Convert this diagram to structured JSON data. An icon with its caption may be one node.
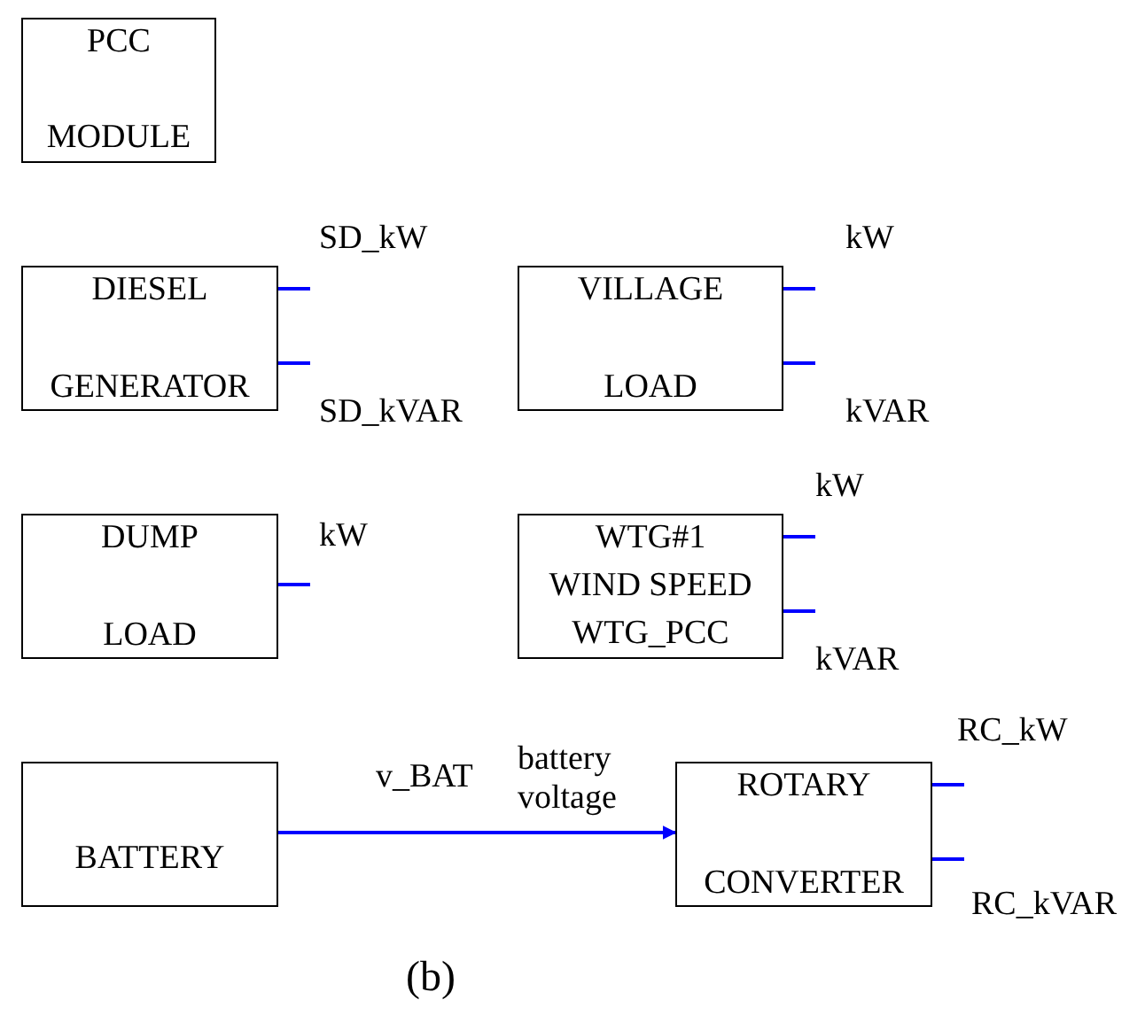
{
  "diagram": {
    "caption": "(b)",
    "nodes": [
      {
        "text": [
          "PCC",
          "MODULE"
        ]
      },
      {
        "text": [
          "DIESEL",
          "GENERATOR"
        ],
        "beside": [
          "SD_kW",
          "SD_kVAR"
        ]
      },
      {
        "text": [
          "VILLAGE",
          "LOAD"
        ],
        "beside": [
          "kW",
          "kVAR"
        ]
      },
      {
        "text": [
          "DUMP",
          "LOAD"
        ],
        "beside": [
          "kW"
        ]
      },
      {
        "text": [
          "WTG#1",
          "WIND SPEED",
          "WTG_PCC"
        ],
        "beside": [
          "kW",
          "kVAR"
        ]
      },
      {
        "text": [
          "BATTERY"
        ],
        "beside": [
          "v_BAT"
        ]
      },
      {
        "text": [
          "ROTARY",
          "CONVERTER"
        ],
        "beside": [
          "battery voltage",
          "RC_kW",
          "RC_kVAR"
        ]
      }
    ],
    "edges": [
      {
        "from": 5,
        "to": 6,
        "arrow": "to"
      }
    ]
  }
}
